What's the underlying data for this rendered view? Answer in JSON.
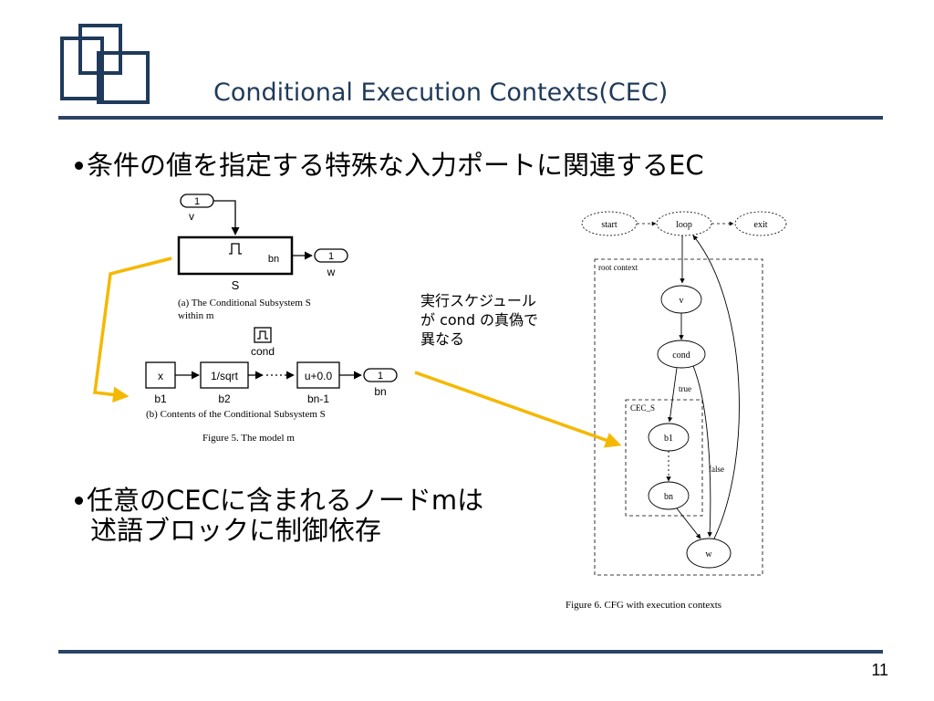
{
  "title": "Conditional Execution Contexts(CEC)",
  "bullets": [
    {
      "lines": [
        "条件の値を指定する特殊な入力ポートに関連するEC"
      ]
    },
    {
      "lines": [
        "任意のCECに含まれるノードmは",
        "述語ブロックに制御依存"
      ]
    }
  ],
  "annotation": {
    "lines": [
      "実行スケジュール",
      "が cond の真偽で",
      "異なる"
    ]
  },
  "page_number": "11",
  "colors": {
    "accent_rule": "#2c4463",
    "title_text": "#1f3a5a",
    "arrow": "#f5b800"
  },
  "figure5": {
    "top": {
      "inport_num": "1",
      "inport_label": "v",
      "subsystem_out": "bn",
      "subsystem_label": "S",
      "outport_num": "1",
      "outport_label": "w",
      "caption_a": [
        "(a) The Conditional Subsystem S",
        "within m"
      ]
    },
    "bottom": {
      "cond_label": "cond",
      "blocks": [
        {
          "text": "x",
          "label": "b1"
        },
        {
          "text": "1/sqrt",
          "label": "b2"
        },
        {
          "text": "u+0.0",
          "label": "bn-1"
        }
      ],
      "outport_num": "1",
      "outport_label": "bn",
      "caption_b": "(b) Contents of the Conditional Subsystem S",
      "figure_caption": "Figure 5.   The model m"
    }
  },
  "figure6": {
    "nodes": {
      "start": "start",
      "loop": "loop",
      "exit": "exit",
      "v": "v",
      "cond": "cond",
      "b1": "b1",
      "bn": "bn",
      "w": "w"
    },
    "root_label": "root context",
    "cec_label": "CEC_S",
    "edge_true": "true",
    "edge_false": "false",
    "caption": "Figure 6.   CFG with execution contexts"
  }
}
